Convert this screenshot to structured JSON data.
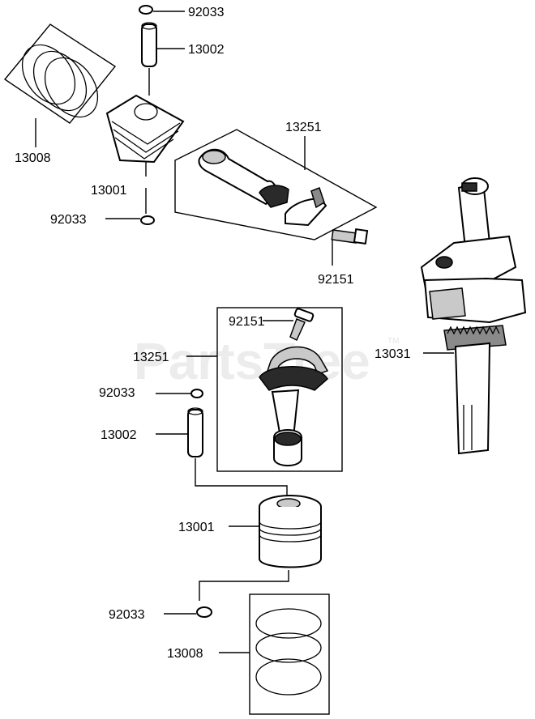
{
  "watermark": {
    "text": "PartsTree",
    "trademark": "TM"
  },
  "callouts": {
    "ring_top_1": "92033",
    "pin_top": "13002",
    "rings_top": "13008",
    "piston_top": "13001",
    "ring_top_2": "92033",
    "conrod_top": "13251",
    "bolt_top": "92151",
    "bolt_mid": "92151",
    "conrod_mid": "13251",
    "crankshaft": "13031",
    "ring_mid": "92033",
    "pin_mid": "13002",
    "piston_bottom": "13001",
    "ring_bottom": "92033",
    "rings_bottom": "13008"
  }
}
